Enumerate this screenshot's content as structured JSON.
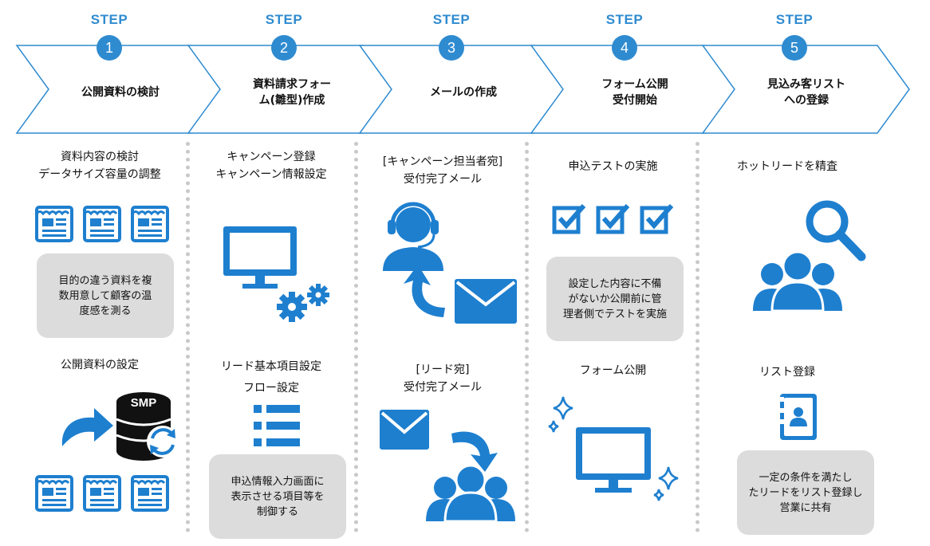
{
  "colors": {
    "accent": "#2f8bd0",
    "icon": "#1e7fcf",
    "box": "#dcdcdc"
  },
  "steps": [
    {
      "label": "STEP",
      "number": "1",
      "title": "公開資料の検討"
    },
    {
      "label": "STEP",
      "number": "2",
      "title": "資料請求フォー\nム(雛型)作成"
    },
    {
      "label": "STEP",
      "number": "3",
      "title": "メールの作成"
    },
    {
      "label": "STEP",
      "number": "4",
      "title": "フォーム公開\n受付開始"
    },
    {
      "label": "STEP",
      "number": "5",
      "title": "見込み客リスト\nへの登録"
    }
  ],
  "col1": {
    "task1": "資料内容の検討\nデータサイズ容量の調整",
    "note": "目的の違う資料を複\n数用意して顧客の温\n度感を測る",
    "task2": "公開資料の設定",
    "db_label": "SMP"
  },
  "col2": {
    "task1": "キャンペーン登録\nキャンペーン情報設定",
    "task2": "リード基本項目設定\nフロー設定",
    "note": "申込情報入力画面に\n表示させる項目等を\n制御する"
  },
  "col3": {
    "task1": "[キャンペーン担当者宛]\n受付完了メール",
    "task2": "[リード宛]\n受付完了メール"
  },
  "col4": {
    "task1": "申込テストの実施",
    "note": "設定した内容に不備\nがないか公開前に管\n理者側でテストを実施",
    "task2": "フォーム公開"
  },
  "col5": {
    "task1": "ホットリードを精査",
    "task2": "リスト登録",
    "note": "一定の条件を満たし\nたリードをリスト登録し\n営業に共有"
  },
  "icons": {
    "docs": "document-icon",
    "database": "database-icon",
    "sync": "sync-icon",
    "arrow": "curved-arrow-icon",
    "monitor": "monitor-icon",
    "gears": "gears-icon",
    "list": "list-icon",
    "headset": "operator-headset-icon",
    "mail": "envelope-icon",
    "people": "people-group-icon",
    "check": "checkbox-checked-icon",
    "sparkle": "sparkle-icon",
    "search": "magnifier-icon",
    "contact": "contact-book-icon"
  }
}
